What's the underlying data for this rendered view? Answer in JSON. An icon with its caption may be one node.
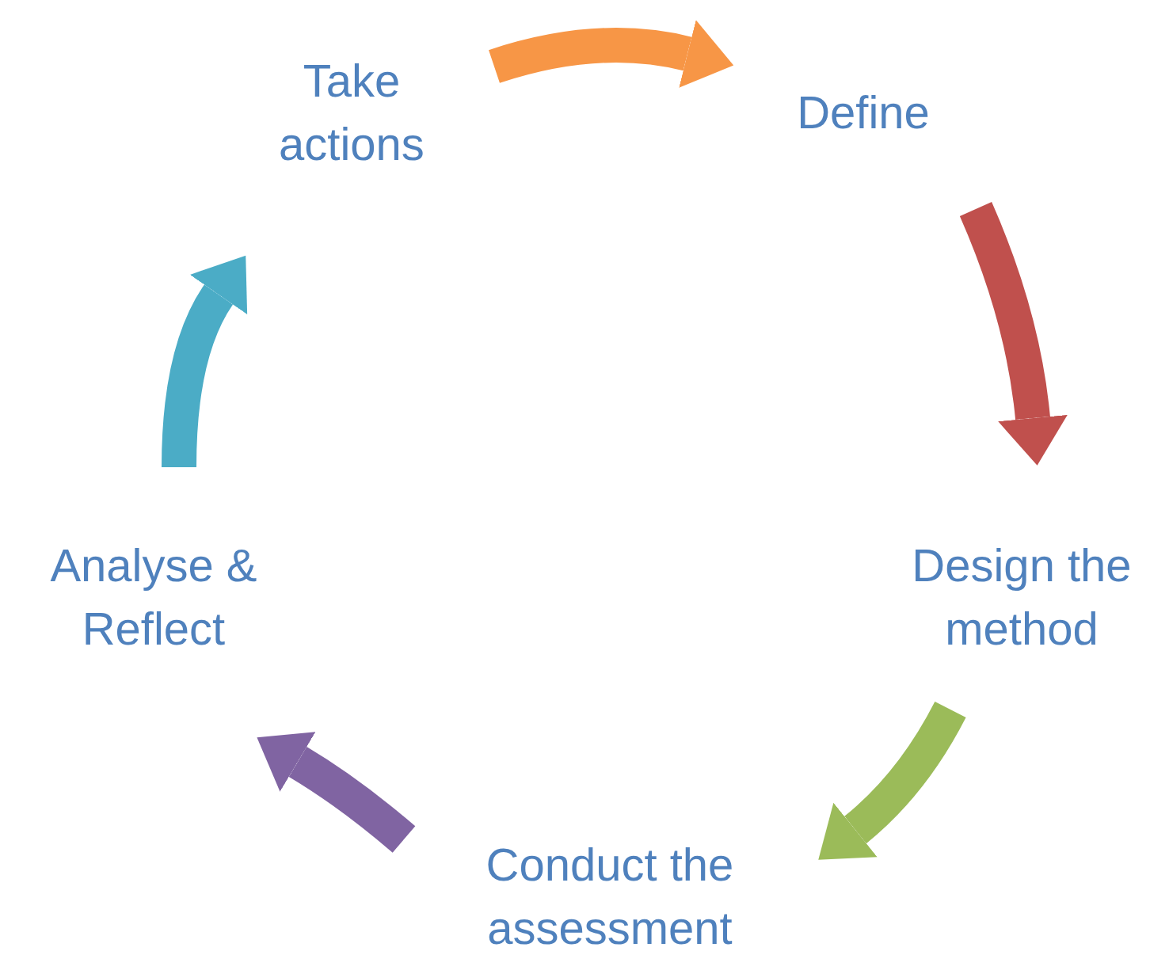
{
  "diagram": {
    "nodes": [
      {
        "text": [
          "Define"
        ]
      },
      {
        "text": [
          "Design the method"
        ]
      },
      {
        "text": [
          "Conduct the assessment"
        ]
      },
      {
        "text": [
          "Analyse & Reflect"
        ]
      },
      {
        "text": [
          "Take actions"
        ]
      }
    ],
    "edges": [
      {
        "from": 4,
        "to": 0,
        "arrow": "to",
        "color": "#f79646"
      },
      {
        "from": 0,
        "to": 1,
        "arrow": "to",
        "color": "#c0504d"
      },
      {
        "from": 1,
        "to": 2,
        "arrow": "to",
        "color": "#9bbb59"
      },
      {
        "from": 2,
        "to": 3,
        "arrow": "to",
        "color": "#8064a2"
      },
      {
        "from": 3,
        "to": 4,
        "arrow": "to",
        "color": "#4bacc6"
      }
    ]
  }
}
